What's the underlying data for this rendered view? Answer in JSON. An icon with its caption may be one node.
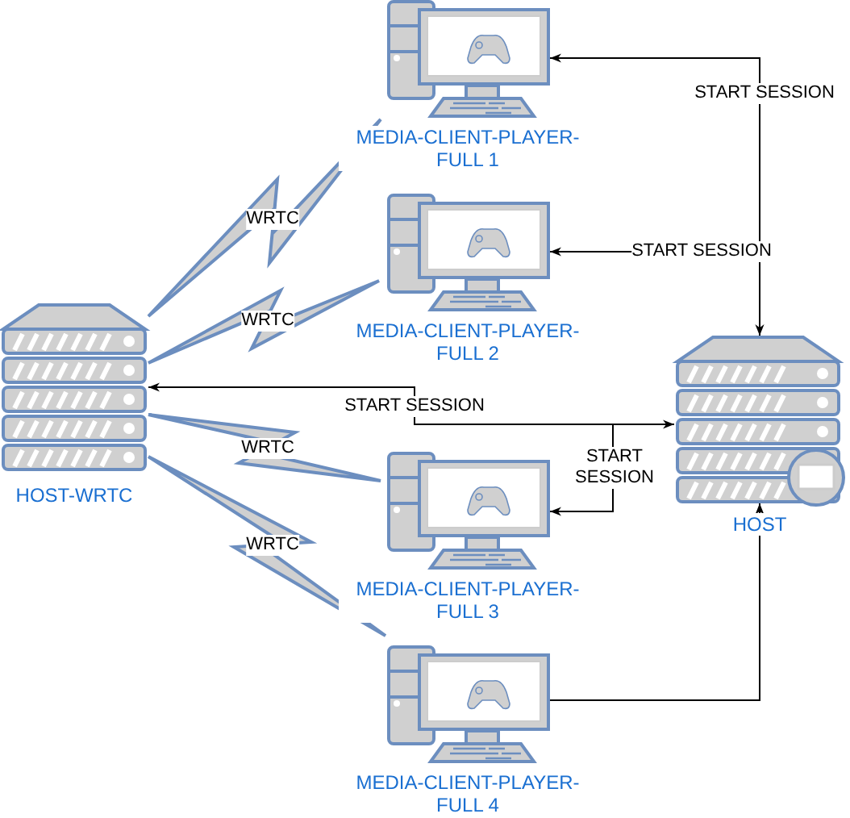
{
  "diagram": {
    "nodes": [
      {
        "text": [
          "MEDIA-CLIENT-PLAYER-FULL 1"
        ]
      },
      {
        "text": [
          "MEDIA-CLIENT-PLAYER-FULL 2"
        ]
      },
      {
        "text": [
          "HOST-WRTC"
        ]
      },
      {
        "text": [
          "HOST"
        ]
      },
      {
        "text": [
          "MEDIA-CLIENT-PLAYER-FULL 3"
        ]
      },
      {
        "text": [
          "MEDIA-CLIENT-PLAYER-FULL 4"
        ]
      }
    ],
    "edges": [
      {
        "from": 3,
        "to": 0,
        "arrow": "both",
        "label": "START SESSION"
      },
      {
        "from": 3,
        "to": 1,
        "arrow": "to",
        "label": "START SESSION"
      },
      {
        "from": 3,
        "to": 2,
        "arrow": "both",
        "label": "START SESSION"
      },
      {
        "from": 3,
        "to": 4,
        "arrow": "to",
        "label": "START SESSION"
      },
      {
        "from": 5,
        "to": 3,
        "arrow": "to"
      },
      {
        "from": 2,
        "to": 0,
        "arrow": "none",
        "label": "WRTC",
        "style": "thick"
      },
      {
        "from": 2,
        "to": 1,
        "arrow": "none",
        "label": "WRTC",
        "style": "thick"
      },
      {
        "from": 2,
        "to": 4,
        "arrow": "none",
        "label": "WRTC",
        "style": "thick"
      },
      {
        "from": 2,
        "to": 5,
        "arrow": "none",
        "label": "WRTC",
        "style": "thick"
      }
    ]
  }
}
